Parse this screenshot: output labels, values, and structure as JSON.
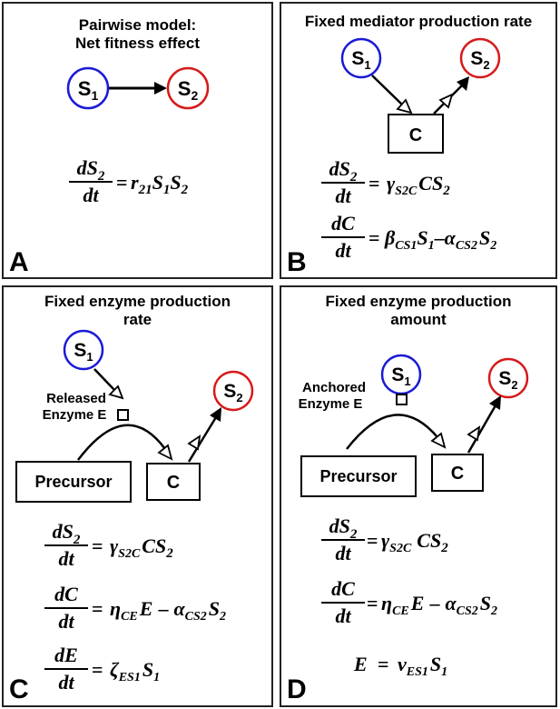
{
  "panels": [
    {
      "letter": "A",
      "title_lines": [
        "Pairwise model:",
        "Net fitness effect"
      ],
      "species": {
        "s1": {
          "base": "S",
          "sub": "1",
          "color": "#1a1ad6"
        },
        "s2": {
          "base": "S",
          "sub": "2",
          "color": "#d61a1a"
        }
      },
      "equation": {
        "num": "dS",
        "num_sub": "2",
        "den": "dt",
        "rhs": "r",
        "rhs_sub": "21",
        "rhs_tail": "S",
        "t1": "1",
        "t2": "S",
        "t3": "2"
      }
    },
    {
      "letter": "B",
      "title_lines": [
        "Fixed mediator production rate"
      ],
      "box_label": "C",
      "eq1": {
        "num": "dS",
        "num_sub": "2",
        "den": "dt",
        "coef": "γ",
        "coef_sub": "S2C",
        "tail": "CS",
        "tail_sub": "2"
      },
      "eq2": {
        "num": "dC",
        "den": "dt",
        "a": "β",
        "a_sub": "CS1",
        "b": "S",
        "b_sub": "1",
        "minus": "–",
        "c": "α",
        "c_sub": "CS2",
        "d": "S",
        "d_sub": "2"
      }
    },
    {
      "letter": "C",
      "title_lines": [
        "Fixed enzyme production",
        "rate"
      ],
      "enzyme_label_lines": [
        "Released",
        "Enzyme E"
      ],
      "precursor_label": "Precursor",
      "box_label": "C",
      "eq1": {
        "num": "dS",
        "num_sub": "2",
        "den": "dt",
        "coef": "γ",
        "coef_sub": "S2C",
        "tail": "CS",
        "tail_sub": "2"
      },
      "eq2": {
        "num": "dC",
        "den": "dt",
        "a": "η",
        "a_sub": "CE",
        "b": "E",
        "minus": "–",
        "c": "α",
        "c_sub": "CS2",
        "d": "S",
        "d_sub": "2"
      },
      "eq3": {
        "num": "dE",
        "den": "dt",
        "a": "ζ",
        "a_sub": "ES1",
        "b": "S",
        "b_sub": "1"
      }
    },
    {
      "letter": "D",
      "title_lines": [
        "Fixed enzyme production",
        "amount"
      ],
      "enzyme_label_lines": [
        "Anchored",
        "Enzyme E"
      ],
      "precursor_label": "Precursor",
      "box_label": "C",
      "eq1": {
        "num": "dS",
        "num_sub": "2",
        "den": "dt",
        "coef": "γ",
        "coef_sub": "S2C",
        "tail": "CS",
        "tail_sub": "2"
      },
      "eq2": {
        "num": "dC",
        "den": "dt",
        "a": "η",
        "a_sub": "CE",
        "b": "E",
        "minus": "–",
        "c": "α",
        "c_sub": "CS2",
        "d": "S",
        "d_sub": "2"
      },
      "eq3": {
        "lhs": "E",
        "a": "v",
        "a_sub": "ES1",
        "b": "S",
        "b_sub": "1"
      }
    }
  ],
  "colors": {
    "s1": "#1a1ad6",
    "s2": "#d61a1a",
    "ink": "#000000"
  }
}
